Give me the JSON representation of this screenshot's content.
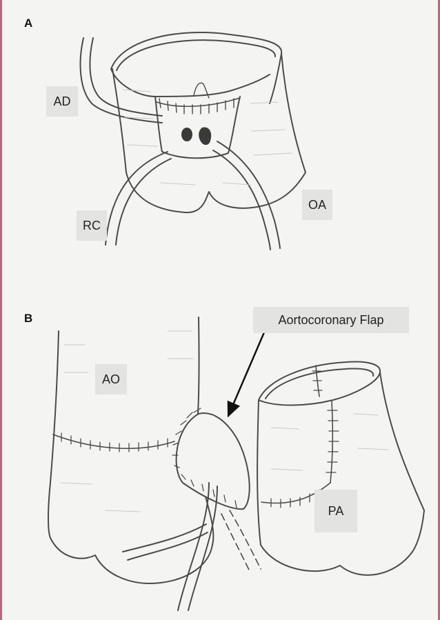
{
  "panels": {
    "a": {
      "letter": "A",
      "labels": {
        "ad": "AD",
        "rc": "RC",
        "oa": "OA"
      }
    },
    "b": {
      "letter": "B",
      "labels": {
        "ao": "AO",
        "pa": "PA",
        "flap": "Aortocoronary Flap"
      }
    }
  },
  "colors": {
    "frame": "#b8677c",
    "ink": "#4a4a4a",
    "label_box": "#e3e3e2",
    "background": "#f4f4f3"
  },
  "icons": {
    "pointer": "arrow-icon"
  }
}
